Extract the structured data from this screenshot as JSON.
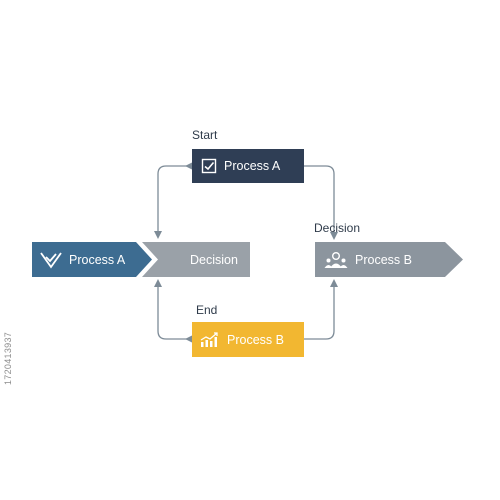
{
  "diagram": {
    "labels": {
      "start": "Start",
      "decision": "Decision",
      "end": "End"
    },
    "nodes": {
      "top_process": {
        "label": "Process A",
        "icon": "checkbox-icon",
        "color": "#2f3e55"
      },
      "left_process": {
        "label": "Process A",
        "icon": "check-chevron-icon",
        "color": "#3d6c91"
      },
      "middle_decision": {
        "label": "Decision",
        "color": "#9aa1a8"
      },
      "right_process": {
        "label": "Process B",
        "icon": "team-icon",
        "color": "#8c959e"
      },
      "bottom_process": {
        "label": "Process B",
        "icon": "growth-chart-icon",
        "color": "#f2b731"
      }
    },
    "connector_color": "#7d8b97"
  },
  "watermark": "1720413937"
}
